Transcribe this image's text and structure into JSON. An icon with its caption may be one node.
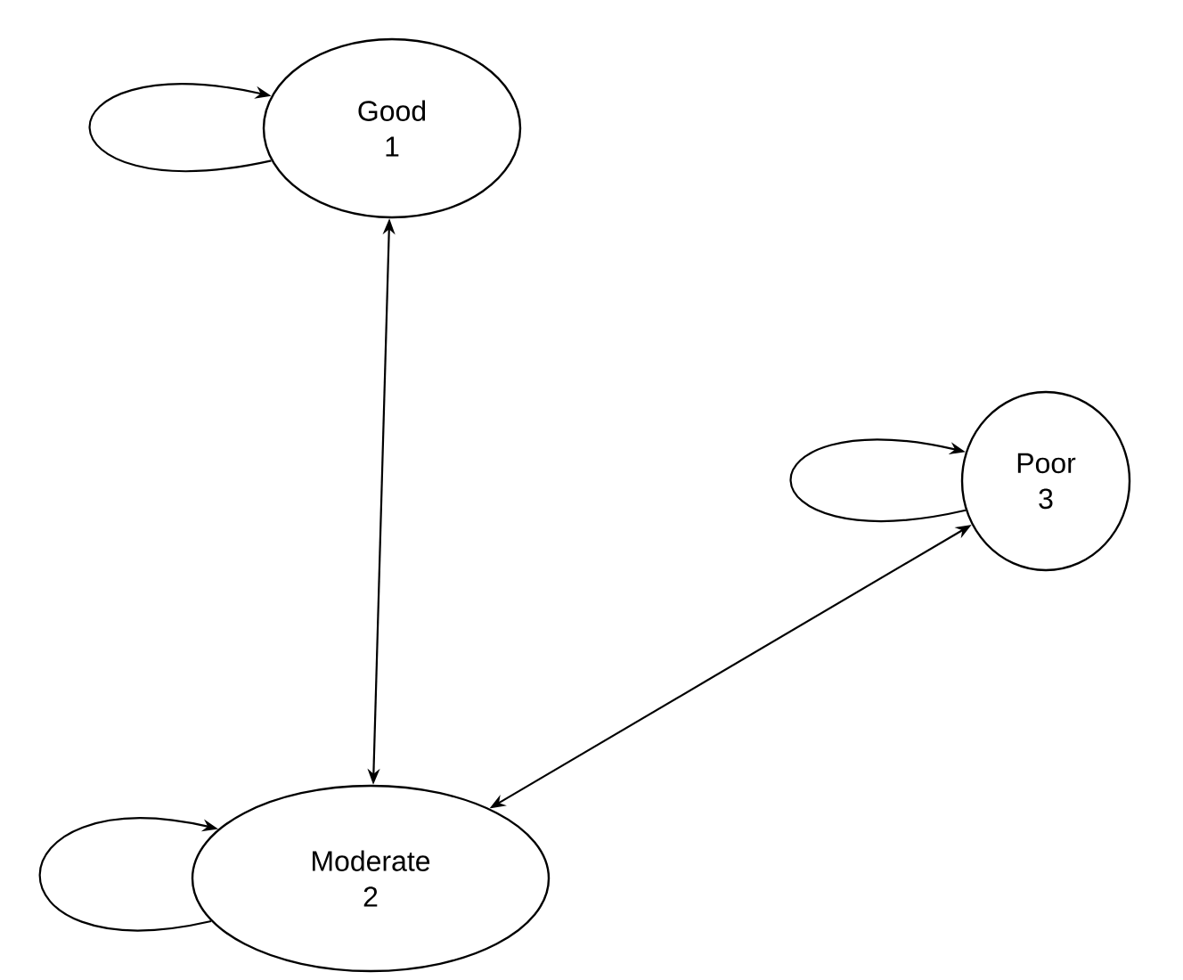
{
  "diagram": {
    "nodes": [
      {
        "text": [
          "Good",
          "1"
        ]
      },
      {
        "text": [
          "Moderate",
          "2"
        ]
      },
      {
        "text": [
          "Poor",
          "3"
        ]
      }
    ],
    "edges": [
      {
        "from": 0,
        "to": 0,
        "arrow": "to"
      },
      {
        "from": 0,
        "to": 1,
        "arrow": "both"
      },
      {
        "from": 2,
        "to": 2,
        "arrow": "to"
      },
      {
        "from": 2,
        "to": 1,
        "arrow": "both"
      },
      {
        "from": 1,
        "to": 1,
        "arrow": "to"
      }
    ]
  }
}
